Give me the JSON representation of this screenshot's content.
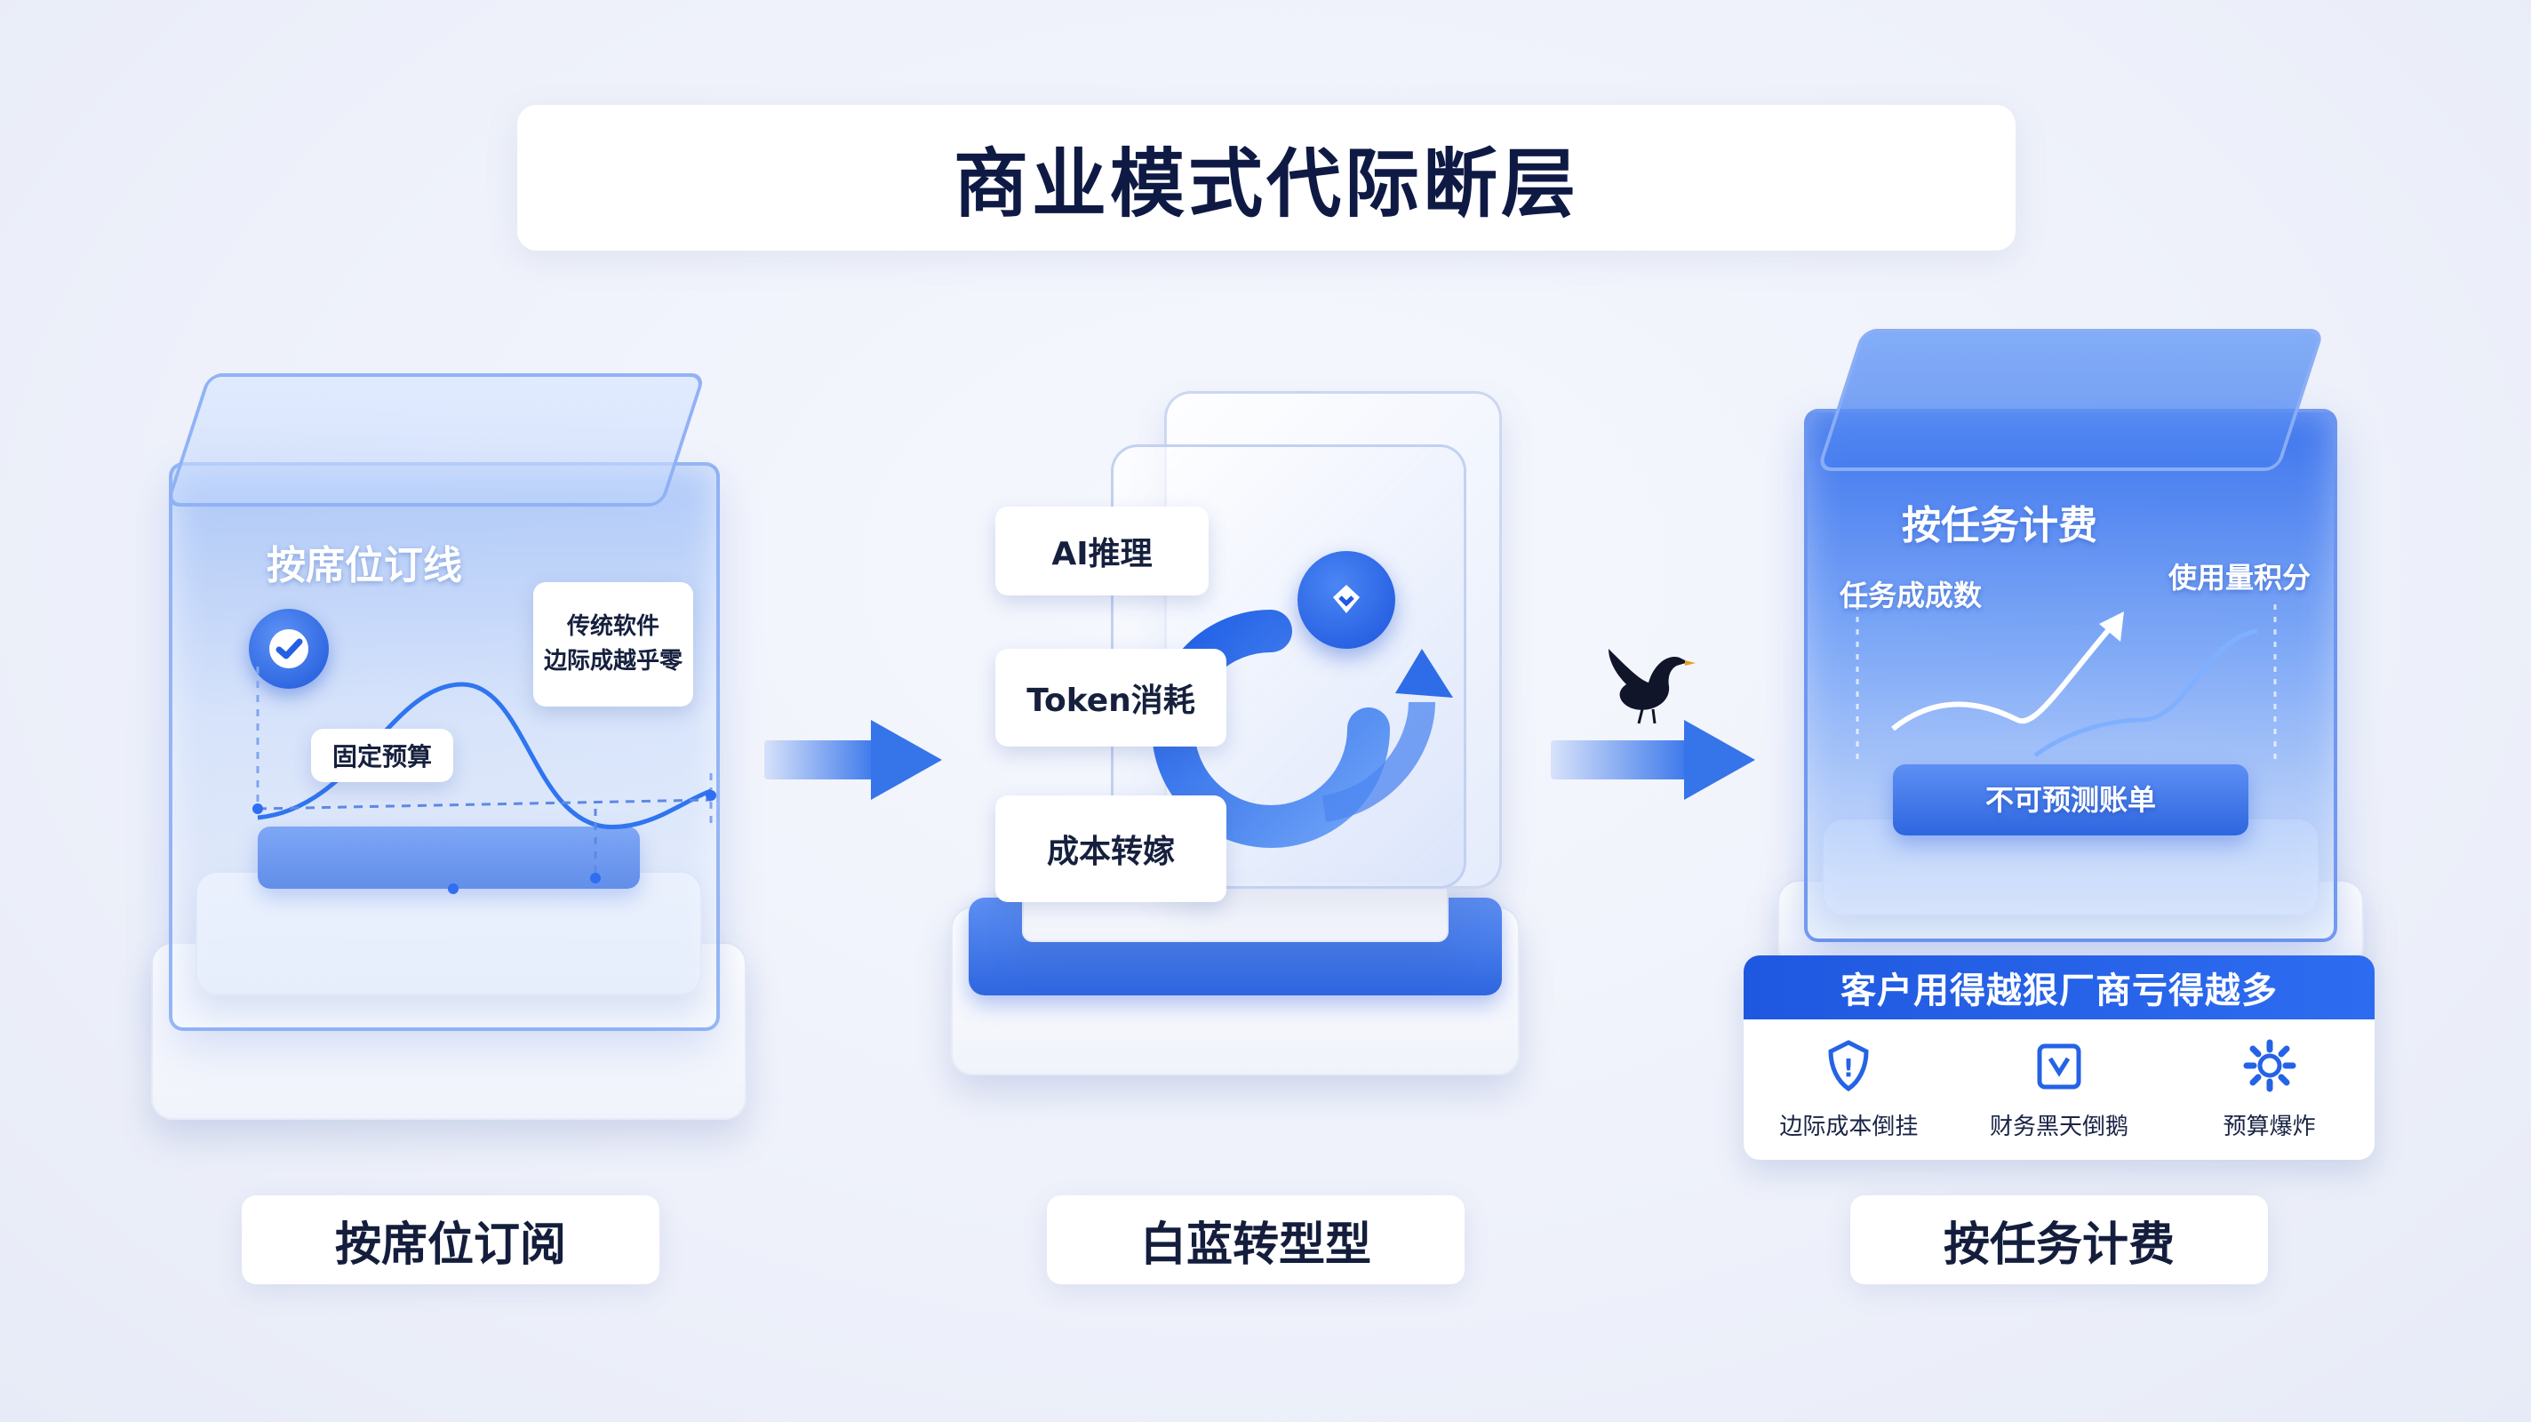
{
  "title": "商业模式代际断层",
  "stages": [
    {
      "label": "按席位订阅",
      "cube_title": "按席位订线",
      "note_line1": "传统软件",
      "note_line2": "边际成越乎零",
      "budget_tag": "固定预算"
    },
    {
      "label": "白蓝转型型",
      "tags": [
        "AI推理",
        "Token消耗",
        "成本转嫁"
      ]
    },
    {
      "label": "按任务计费",
      "cube_title": "按任务计费",
      "left_caption": "任务成成数",
      "right_caption": "使用量积分",
      "bill_tag": "不可预测账单"
    }
  ],
  "info_box": {
    "header": "客户用得越狠厂商亏得越多",
    "items": [
      {
        "icon": "warning-shield-icon",
        "label": "边际成本倒挂"
      },
      {
        "icon": "wallet-icon",
        "label": "财务黑天倒鹅"
      },
      {
        "icon": "gear-icon",
        "label": "预算爆炸"
      }
    ]
  },
  "colors": {
    "accent": "#2d6cf0",
    "title": "#0f1a44",
    "background": "#eef1fa"
  }
}
